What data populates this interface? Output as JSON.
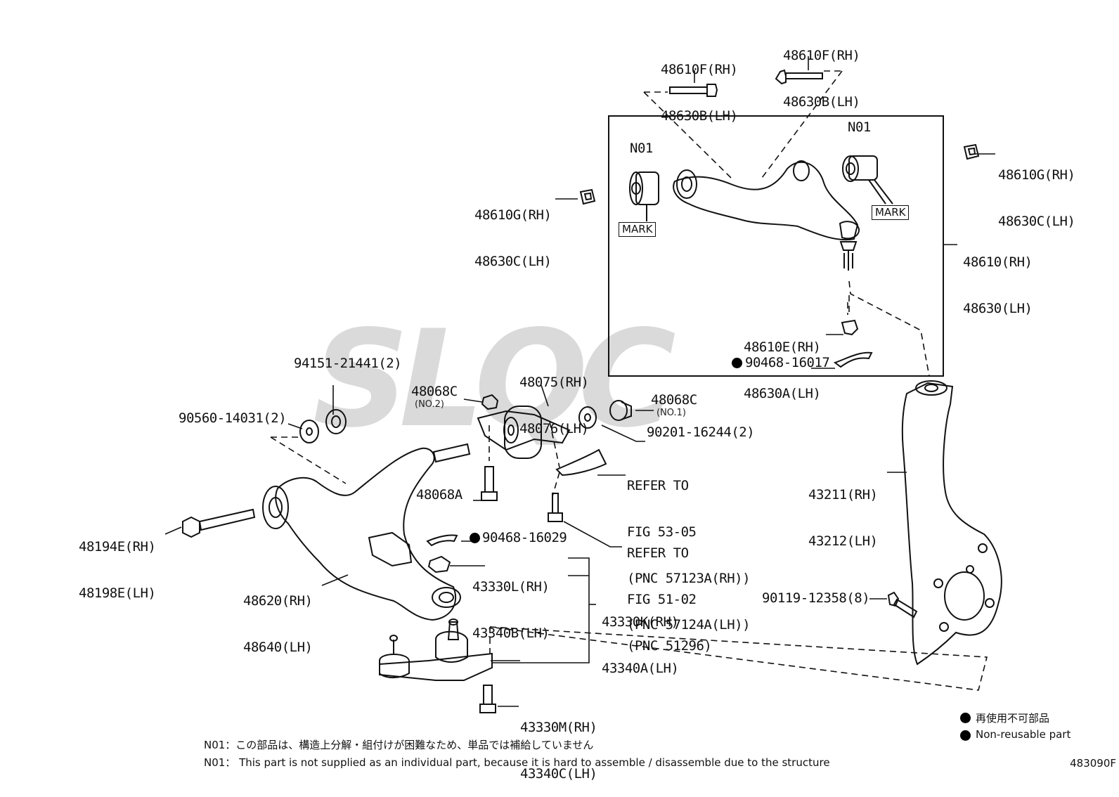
{
  "watermark": "SLQC",
  "labels": {
    "l48610F_top_left": [
      "48610F(RH)",
      "48630B(LH)"
    ],
    "l48610F_top_right": [
      "48610F(RH)",
      "48630B(LH)"
    ],
    "l48610G_left": [
      "48610G(RH)",
      "48630C(LH)"
    ],
    "l48610G_right": [
      "48610G(RH)",
      "48630C(LH)"
    ],
    "l48610": [
      "48610(RH)",
      "48630(LH)"
    ],
    "l48610E": [
      "48610E(RH)",
      "48630A(LH)"
    ],
    "l90468_16017": "90468-16017",
    "l48075": [
      "48075(RH)",
      "48076(LH)"
    ],
    "l94151": "94151-21441(2)",
    "l90560": "90560-14031(2)",
    "l48068C_no2": "48068C",
    "l48068C_no2_sub": "(NO.2)",
    "l48068C_no1": "48068C",
    "l48068C_no1_sub": "(NO.1)",
    "l90201": "90201-16244(2)",
    "lrefer5305": [
      "REFER TO",
      "FIG 53-05",
      "(PNC 57123A(RH))",
      "(PNC 57124A(LH))"
    ],
    "l48068A": "48068A",
    "lrefer5102": [
      "REFER TO",
      "FIG 51-02",
      "(PNC 51296)"
    ],
    "l48194E": [
      "48194E(RH)",
      "48198E(LH)"
    ],
    "l90468_16029": "90468-16029",
    "l43330L": [
      "43330L(RH)",
      "43340B(LH)"
    ],
    "l48620": [
      "48620(RH)",
      "48640(LH)"
    ],
    "l43330K": [
      "43330K(RH)",
      "43340A(LH)"
    ],
    "l43211": [
      "43211(RH)",
      "43212(LH)"
    ],
    "l90119": "90119-12358(8)",
    "l43330M": [
      "43330M(RH)",
      "43340C(LH)"
    ],
    "n01_left": "N01",
    "n01_right": "N01",
    "mark_left": "MARK",
    "mark_right": "MARK"
  },
  "notes": {
    "jp": "N01：この部品は、構造上分解・組付けが困難なため、単品では補給していません",
    "en": "N01： This part is not supplied as an individual part, because it is hard to assemble / disassemble due to the structure"
  },
  "legend": {
    "jp": "再使用不可部品",
    "en": "Non-reusable part"
  },
  "illustration_id": "483090F"
}
